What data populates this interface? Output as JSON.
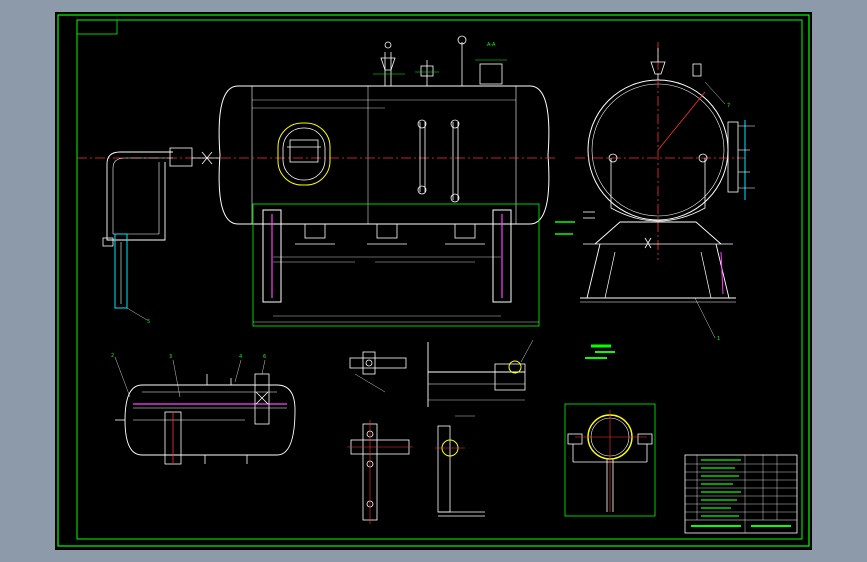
{
  "canvas": {
    "background": "#000000",
    "workspace": "#8d9aaa"
  },
  "colors": {
    "frame": "#00ff00",
    "outline": "#ffffff",
    "centerline": "#ff3030",
    "accent_cyan": "#00e5ff",
    "accent_magenta": "#ff40ff",
    "accent_yellow": "#ffff00"
  },
  "callouts": [
    "1",
    "2",
    "3",
    "4",
    "5",
    "6",
    "7"
  ],
  "icons": [
    "vessel-front-view",
    "vessel-side-view",
    "cross-section-view",
    "support-detail",
    "title-block"
  ]
}
